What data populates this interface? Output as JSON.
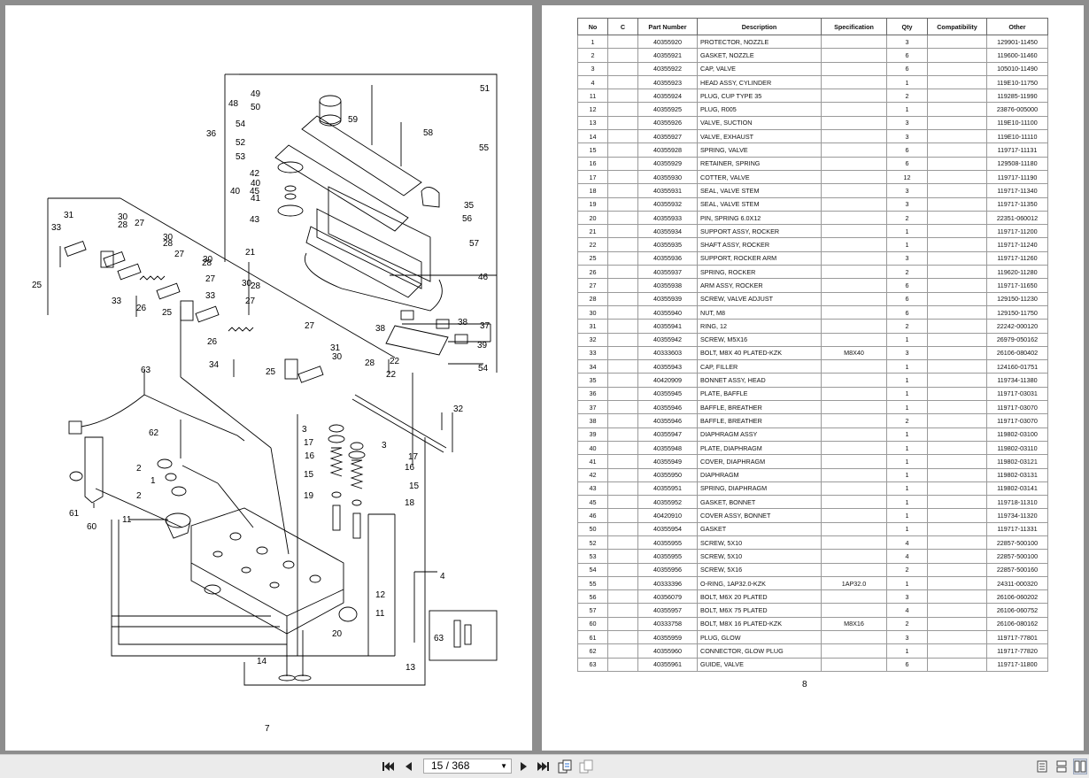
{
  "left_page": {
    "page_number": "7"
  },
  "right_page": {
    "page_number": "8"
  },
  "diagram": {
    "callouts": [
      "1",
      "2",
      "2",
      "3",
      "3",
      "4",
      "11",
      "11",
      "12",
      "13",
      "14",
      "15",
      "15",
      "16",
      "16",
      "17",
      "17",
      "18",
      "19",
      "20",
      "21",
      "22",
      "22",
      "25",
      "25",
      "25",
      "26",
      "26",
      "27",
      "27",
      "27",
      "27",
      "27",
      "28",
      "28",
      "28",
      "28",
      "28",
      "30",
      "30",
      "30",
      "30",
      "30",
      "31",
      "31",
      "32",
      "33",
      "33",
      "33",
      "34",
      "35",
      "36",
      "37",
      "38",
      "38",
      "39",
      "40",
      "40",
      "41",
      "42",
      "43",
      "45",
      "46",
      "48",
      "49",
      "50",
      "51",
      "52",
      "53",
      "54",
      "54",
      "55",
      "56",
      "57",
      "58",
      "59",
      "60",
      "61",
      "62",
      "63",
      "63"
    ]
  },
  "parts_table": {
    "headers": [
      "No",
      "C",
      "Part Number",
      "Description",
      "Specification",
      "Qty",
      "Compatibility",
      "Other"
    ],
    "rows": [
      [
        "1",
        "",
        "40355920",
        "PROTECTOR, NOZZLE",
        "",
        "3",
        "",
        "129901-11450"
      ],
      [
        "2",
        "",
        "40355921",
        "GASKET, NOZZLE",
        "",
        "6",
        "",
        "119600-11460"
      ],
      [
        "3",
        "",
        "40355922",
        "CAP, VALVE",
        "",
        "6",
        "",
        "105010-11490"
      ],
      [
        "4",
        "",
        "40355923",
        "HEAD ASSY, CYLINDER",
        "",
        "1",
        "",
        "119E10-11750"
      ],
      [
        "11",
        "",
        "40355924",
        "PLUG, CUP TYPE 35",
        "",
        "2",
        "",
        "119285-11990"
      ],
      [
        "12",
        "",
        "40355925",
        "PLUG, R005",
        "",
        "1",
        "",
        "23876-005000"
      ],
      [
        "13",
        "",
        "40355926",
        "VALVE, SUCTION",
        "",
        "3",
        "",
        "119E10-11100"
      ],
      [
        "14",
        "",
        "40355927",
        "VALVE, EXHAUST",
        "",
        "3",
        "",
        "119E10-11110"
      ],
      [
        "15",
        "",
        "40355928",
        "SPRING, VALVE",
        "",
        "6",
        "",
        "119717-11131"
      ],
      [
        "16",
        "",
        "40355929",
        "RETAINER, SPRING",
        "",
        "6",
        "",
        "129508-11180"
      ],
      [
        "17",
        "",
        "40355930",
        "COTTER, VALVE",
        "",
        "12",
        "",
        "119717-11190"
      ],
      [
        "18",
        "",
        "40355931",
        "SEAL, VALVE STEM",
        "",
        "3",
        "",
        "119717-11340"
      ],
      [
        "19",
        "",
        "40355932",
        "SEAL, VALVE STEM",
        "",
        "3",
        "",
        "119717-11350"
      ],
      [
        "20",
        "",
        "40355933",
        "PIN, SPRING 6.0X12",
        "",
        "2",
        "",
        "22351-060012"
      ],
      [
        "21",
        "",
        "40355934",
        "SUPPORT ASSY, ROCKER",
        "",
        "1",
        "",
        "119717-11200"
      ],
      [
        "22",
        "",
        "40355935",
        "SHAFT ASSY, ROCKER",
        "",
        "1",
        "",
        "119717-11240"
      ],
      [
        "25",
        "",
        "40355936",
        "SUPPORT, ROCKER ARM",
        "",
        "3",
        "",
        "119717-11260"
      ],
      [
        "26",
        "",
        "40355937",
        "SPRING, ROCKER",
        "",
        "2",
        "",
        "119620-11280"
      ],
      [
        "27",
        "",
        "40355938",
        "ARM ASSY, ROCKER",
        "",
        "6",
        "",
        "119717-11650"
      ],
      [
        "28",
        "",
        "40355939",
        "SCREW, VALVE ADJUST",
        "",
        "6",
        "",
        "129150-11230"
      ],
      [
        "30",
        "",
        "40355940",
        "NUT, M8",
        "",
        "6",
        "",
        "129150-11750"
      ],
      [
        "31",
        "",
        "40355941",
        "RING, 12",
        "",
        "2",
        "",
        "22242-000120"
      ],
      [
        "32",
        "",
        "40355942",
        "SCREW, M5X16",
        "",
        "1",
        "",
        "26979-050162"
      ],
      [
        "33",
        "",
        "40333603",
        "BOLT, M8X 40 PLATED-KZK",
        "M8X40",
        "3",
        "",
        "26106-080402"
      ],
      [
        "34",
        "",
        "40355943",
        "CAP, FILLER",
        "",
        "1",
        "",
        "124160-01751"
      ],
      [
        "35",
        "",
        "40420909",
        "BONNET ASSY, HEAD",
        "",
        "1",
        "",
        "119734-11380"
      ],
      [
        "36",
        "",
        "40355945",
        "PLATE, BAFFLE",
        "",
        "1",
        "",
        "119717-03031"
      ],
      [
        "37",
        "",
        "40355946",
        "BAFFLE, BREATHER",
        "",
        "1",
        "",
        "119717-03070"
      ],
      [
        "38",
        "",
        "40355946",
        "BAFFLE, BREATHER",
        "",
        "2",
        "",
        "119717-03070"
      ],
      [
        "39",
        "",
        "40355947",
        "DIAPHRAGM ASSY",
        "",
        "1",
        "",
        "119802-03100"
      ],
      [
        "40",
        "",
        "40355948",
        "PLATE, DIAPHRAGM",
        "",
        "1",
        "",
        "119802-03110"
      ],
      [
        "41",
        "",
        "40355949",
        "COVER, DIAPHRAGM",
        "",
        "1",
        "",
        "119802-03121"
      ],
      [
        "42",
        "",
        "40355950",
        "DIAPHRAGM",
        "",
        "1",
        "",
        "119802-03131"
      ],
      [
        "43",
        "",
        "40355951",
        "SPRING, DIAPHRAGM",
        "",
        "1",
        "",
        "119802-03141"
      ],
      [
        "45",
        "",
        "40355952",
        "GASKET, BONNET",
        "",
        "1",
        "",
        "119718-11310"
      ],
      [
        "46",
        "",
        "40420910",
        "COVER ASSY, BONNET",
        "",
        "1",
        "",
        "119734-11320"
      ],
      [
        "50",
        "",
        "40355954",
        "GASKET",
        "",
        "1",
        "",
        "119717-11331"
      ],
      [
        "52",
        "",
        "40355955",
        "SCREW, 5X10",
        "",
        "4",
        "",
        "22857-500100"
      ],
      [
        "53",
        "",
        "40355955",
        "SCREW, 5X10",
        "",
        "4",
        "",
        "22857-500100"
      ],
      [
        "54",
        "",
        "40355956",
        "SCREW, 5X16",
        "",
        "2",
        "",
        "22857-500160"
      ],
      [
        "55",
        "",
        "40333396",
        "O-RING, 1AP32.0-KZK",
        "1AP32.0",
        "1",
        "",
        "24311-000320"
      ],
      [
        "56",
        "",
        "40356079",
        "BOLT, M6X 20 PLATED",
        "",
        "3",
        "",
        "26106-060202"
      ],
      [
        "57",
        "",
        "40355957",
        "BOLT, M6X 75 PLATED",
        "",
        "4",
        "",
        "26106-060752"
      ],
      [
        "60",
        "",
        "40333758",
        "BOLT, M8X 16 PLATED-KZK",
        "M8X16",
        "2",
        "",
        "26106-080162"
      ],
      [
        "61",
        "",
        "40355959",
        "PLUG, GLOW",
        "",
        "3",
        "",
        "119717-77801"
      ],
      [
        "62",
        "",
        "40355960",
        "CONNECTOR, GLOW PLUG",
        "",
        "1",
        "",
        "119717-77820"
      ],
      [
        "63",
        "",
        "40355961",
        "GUIDE, VALVE",
        "",
        "6",
        "",
        "119717-11800"
      ]
    ]
  },
  "toolbar": {
    "page_indicator": "15 / 368",
    "icons": [
      "first-page-icon",
      "prev-page-icon",
      "dropdown-caret-icon",
      "next-page-icon",
      "last-page-icon",
      "copy-icon",
      "paste-icon",
      "single-page-view-icon",
      "continuous-view-icon",
      "two-page-view-icon"
    ]
  }
}
